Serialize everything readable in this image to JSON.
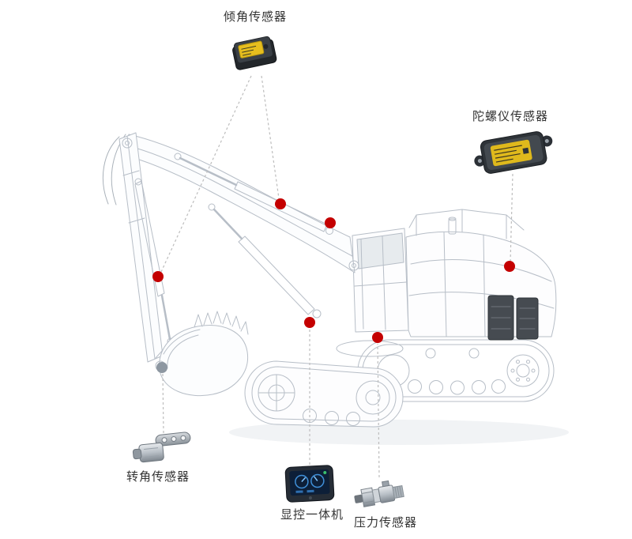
{
  "diagram": {
    "sensors": [
      {
        "id": "tilt",
        "label": "倾角传感器",
        "icon": "tilt-sensor-icon"
      },
      {
        "id": "gyro",
        "label": "陀螺仪传感器",
        "icon": "gyro-sensor-icon"
      },
      {
        "id": "rotation",
        "label": "转角传感器",
        "icon": "rotation-sensor-icon"
      },
      {
        "id": "display",
        "label": "显控一体机",
        "icon": "display-console-icon"
      },
      {
        "id": "pressure",
        "label": "压力传感器",
        "icon": "pressure-sensor-icon"
      }
    ],
    "markers": {
      "red_color": "#c40000",
      "gray_color": "#8d97a1",
      "red_count": 6,
      "gray_count": 1
    },
    "colors": {
      "background": "#ffffff",
      "wireframe": "#b7bec7",
      "leader_line": "#bdbdbd",
      "label_text": "#333333",
      "sensor_label_yellow": "#e0ba1d"
    }
  }
}
